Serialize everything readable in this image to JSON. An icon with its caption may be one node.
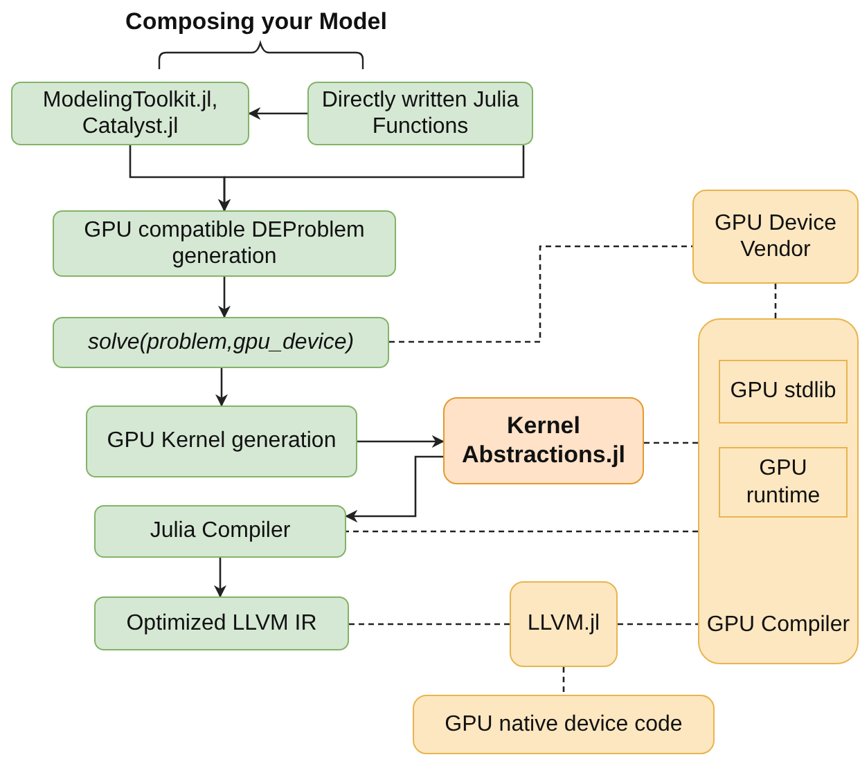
{
  "diagram": {
    "title": "Composing your Model",
    "nodes": [
      {
        "text": [
          "ModelingToolkit.jl, Catalyst.jl"
        ]
      },
      {
        "text": [
          "Directly written Julia Functions"
        ]
      },
      {
        "text": [
          "GPU compatible DEProblem generation"
        ]
      },
      {
        "text": [
          "solve(problem,gpu_device)"
        ]
      },
      {
        "text": [
          "GPU Kernel generation"
        ]
      },
      {
        "text": [
          "Kernel Abstractions.jl"
        ]
      },
      {
        "text": [
          "Julia Compiler"
        ]
      },
      {
        "text": [
          "Optimized LLVM IR"
        ]
      },
      {
        "text": [
          "GPU Device Vendor"
        ]
      },
      {
        "text": [
          "GPU Compiler"
        ]
      },
      {
        "text": [
          "GPU stdlib"
        ],
        "in": 9
      },
      {
        "text": [
          "GPU runtime"
        ],
        "in": 9
      },
      {
        "text": [
          "LLVM.jl"
        ]
      },
      {
        "text": [
          "GPU native device code"
        ]
      }
    ],
    "edges": [
      {
        "from": 1,
        "to": 0,
        "arrow": "to"
      },
      {
        "from": 0,
        "to": 2,
        "arrow": "to"
      },
      {
        "from": 1,
        "to": 2,
        "arrow": "to"
      },
      {
        "from": 2,
        "to": 3,
        "arrow": "to"
      },
      {
        "from": 3,
        "to": 4,
        "arrow": "to"
      },
      {
        "from": 4,
        "to": 5,
        "arrow": "to"
      },
      {
        "from": 5,
        "to": 6,
        "arrow": "to"
      },
      {
        "from": 6,
        "to": 7,
        "arrow": "to"
      },
      {
        "from": 3,
        "to": 8,
        "arrow": "none",
        "style": "dashed"
      },
      {
        "from": 8,
        "to": 9,
        "arrow": "none",
        "style": "dashed"
      },
      {
        "from": 5,
        "to": 9,
        "arrow": "none",
        "style": "dashed"
      },
      {
        "from": 9,
        "to": 6,
        "arrow": "none",
        "style": "dashed"
      },
      {
        "from": 7,
        "to": 12,
        "arrow": "none",
        "style": "dashed"
      },
      {
        "from": 12,
        "to": 9,
        "arrow": "none",
        "style": "dashed"
      },
      {
        "from": 12,
        "to": 13,
        "arrow": "none",
        "style": "dashed"
      }
    ]
  }
}
